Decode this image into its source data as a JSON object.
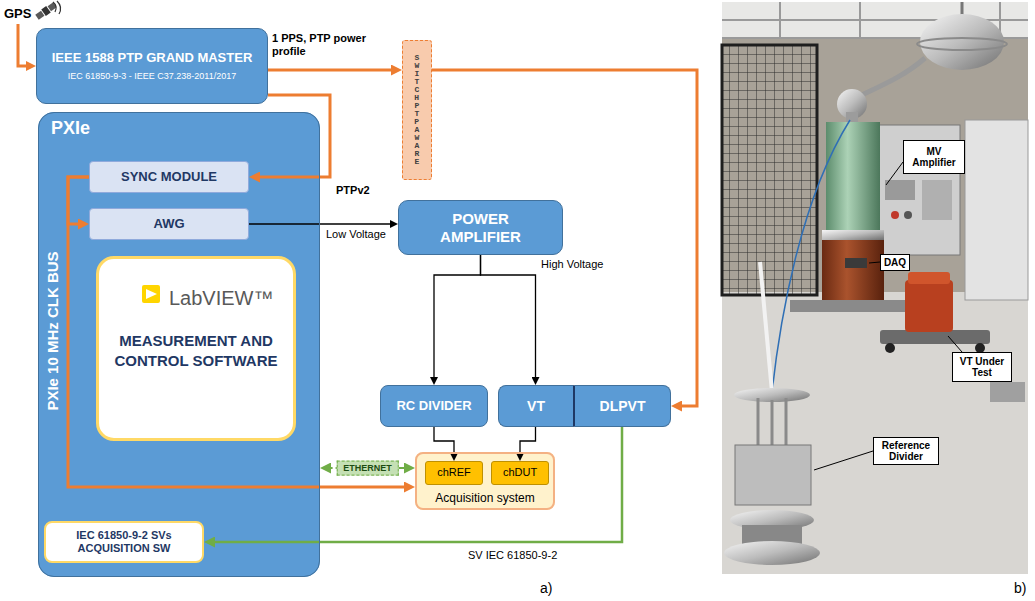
{
  "diagram": {
    "nodes": [
      {
        "text": [
          "IEEE 1588 PTP GRAND MASTER",
          "IEC 61850-9-3 - IEEE C37.238-2011/2017"
        ]
      },
      {
        "text": [
          "SWITCH PTP AWARE"
        ]
      },
      {
        "text": [
          "PXIe",
          "PXIe 10 MHz CLK BUS"
        ]
      },
      {
        "text": [
          "SYNC MODULE"
        ],
        "in": 2
      },
      {
        "text": [
          "AWG"
        ],
        "in": 2
      },
      {
        "text": [
          "LabVIEW™",
          "MEASUREMENT AND CONTROL SOFTWARE"
        ],
        "in": 2
      },
      {
        "text": [
          "IEC 61850-9-2 SVs ACQUISITION SW"
        ],
        "in": 2
      },
      {
        "text": [
          "POWER AMPLIFIER"
        ]
      },
      {
        "text": [
          "RC DIVIDER"
        ]
      },
      {
        "text": [
          "VT"
        ]
      },
      {
        "text": [
          "DLPVT"
        ]
      },
      {
        "text": [
          "Acquisition system"
        ]
      },
      {
        "text": [
          "chREF"
        ],
        "in": 11
      },
      {
        "text": [
          "chDUT"
        ],
        "in": 11
      },
      {
        "text": [
          "MV Amplifier"
        ]
      },
      {
        "text": [
          "DAQ"
        ]
      },
      {
        "text": [
          "VT Under Test"
        ]
      },
      {
        "text": [
          "Reference Divider"
        ]
      }
    ],
    "edges": [
      {
        "from": 0,
        "to": 1,
        "arrow": "to",
        "label": "1 PPS, PTP power profile"
      },
      {
        "from": 0,
        "to": 3,
        "arrow": "to",
        "label": "PTPv2"
      },
      {
        "from": 1,
        "to": 10,
        "arrow": "to"
      },
      {
        "from": 3,
        "to": 4,
        "arrow": "to"
      },
      {
        "from": 3,
        "to": 11,
        "arrow": "to"
      },
      {
        "from": 4,
        "to": 7,
        "arrow": "to",
        "label": "Low Voltage"
      },
      {
        "from": 7,
        "to": 8,
        "arrow": "to"
      },
      {
        "from": 7,
        "to": 9,
        "arrow": "to",
        "label": "High Voltage"
      },
      {
        "from": 8,
        "to": 12,
        "arrow": "to"
      },
      {
        "from": 9,
        "to": 13,
        "arrow": "to"
      },
      {
        "from": 10,
        "to": 6,
        "arrow": "to",
        "label": "SV IEC 61850-9-2"
      },
      {
        "from": 2,
        "to": 11,
        "arrow": "both",
        "label": "ETHERNET"
      }
    ],
    "labels": [
      "GPS",
      "a)",
      "b)"
    ]
  }
}
